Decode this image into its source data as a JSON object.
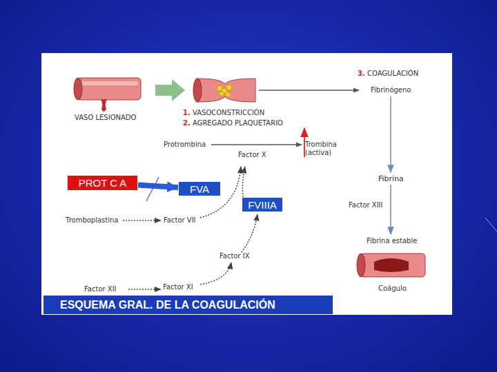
{
  "diagram": {
    "title": "ESQUEMA GRAL. DE LA COAGULACIÓN",
    "nodes": [
      {
        "text": [
          "PROT C A"
        ]
      },
      {
        "text": [
          "FVA"
        ]
      },
      {
        "text": [
          "FVIIIA"
        ]
      }
    ],
    "edges": [
      {
        "from": 0,
        "to": 1,
        "arrow": "to"
      }
    ],
    "labels": [
      "VASO LESIONADO",
      "1.",
      "VASOCONSTRICCIÓN",
      "2.",
      "AGREGADO PLAQUETARIO",
      "3.",
      "COAGULACIÓN",
      "Fibrinógeno",
      "Protrombina",
      "Factor X",
      "Trombina (activa)",
      "Fibrina",
      "Factor XIII",
      "Fibrina estable",
      "Coágulo",
      "Tromboplastina",
      "Factor VII",
      "Factor IX",
      "Factor XII",
      "Factor XI"
    ]
  }
}
